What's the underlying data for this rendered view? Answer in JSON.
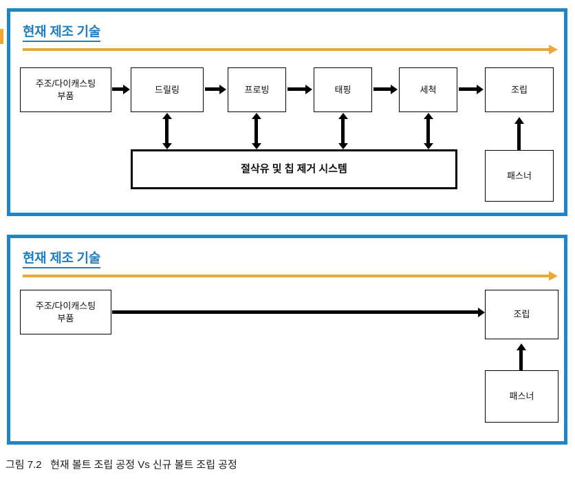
{
  "figure": {
    "caption": "그림 7.2   현재 볼트 조립 공정 Vs 신규 볼트 조립 공정"
  },
  "colors": {
    "panel_border": "#1f84c8",
    "title_text": "#1f7ec0",
    "timeline_arrow": "#eda63a",
    "connector": "#000000",
    "box_border": "#000000",
    "background": "#ffffff"
  },
  "panels": [
    {
      "id": "current-process",
      "title": "현재 제조 기술",
      "timeline_arrow_label": "time-flow-arrow",
      "boxes": [
        {
          "id": "casting-parts",
          "label": "주조/다이캐스팅\n부품"
        },
        {
          "id": "drilling",
          "label": "드릴링"
        },
        {
          "id": "probing",
          "label": "프로빙"
        },
        {
          "id": "tapping",
          "label": "태핑"
        },
        {
          "id": "washing",
          "label": "세척"
        },
        {
          "id": "assembly",
          "label": "조립"
        },
        {
          "id": "fastener",
          "label": "패스너"
        },
        {
          "id": "coolant-chip-removal-system",
          "label": "절삭유 및 칩 제거 시스템"
        }
      ]
    },
    {
      "id": "new-process",
      "title": "현재 제조 기술",
      "timeline_arrow_label": "time-flow-arrow",
      "boxes": [
        {
          "id": "casting-parts",
          "label": "주조/다이캐스팅\n부품"
        },
        {
          "id": "assembly",
          "label": "조립"
        },
        {
          "id": "fastener",
          "label": "패스너"
        }
      ]
    }
  ]
}
